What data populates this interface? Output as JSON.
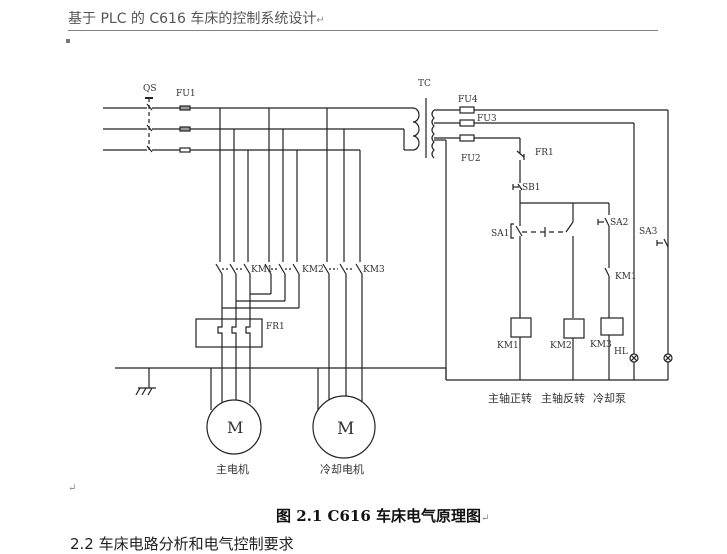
{
  "header": {
    "title": "基于 PLC 的 C616 车床的控制系统设计",
    "return_mark": "↵"
  },
  "diagram": {
    "labels": {
      "qs": "QS",
      "fu1": "FU1",
      "tc": "TC",
      "fu2": "FU2",
      "fu3": "FU3",
      "fu4": "FU4",
      "fr1_ctrl": "FR1",
      "sb1": "SB1",
      "sa1": "SA1",
      "sa2": "SA2",
      "sa3": "SA3",
      "km1_contact": "KM1",
      "km1_coil": "KM1",
      "km2_coil": "KM2",
      "km3_coil": "KM3",
      "hl": "HL",
      "km1_main": "KM1",
      "km2_main": "KM2",
      "km3_main": "KM3",
      "fr1_main": "FR1",
      "motor_symbol": "M",
      "main_motor": "主电机",
      "coolant_motor": "冷却电机",
      "func_forward": "主轴正转",
      "func_reverse": "主轴反转",
      "func_pump": "冷却泵"
    }
  },
  "doc": {
    "para_mark": "↵",
    "caption": "图 2.1 C616 车床电气原理图",
    "caption_return": "↵",
    "section_heading": "2.2 车床电路分析和电气控制要求"
  }
}
